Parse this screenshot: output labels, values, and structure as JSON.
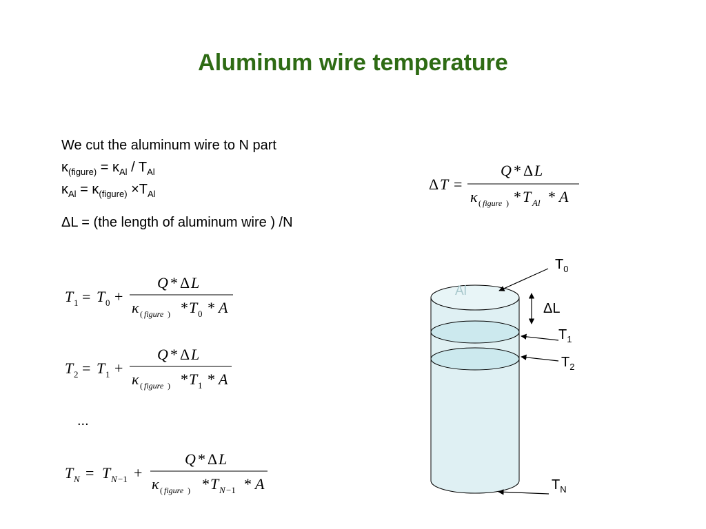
{
  "title": "Aluminum wire temperature",
  "intro": {
    "line1": "We cut the aluminum wire to N part",
    "line2": {
      "kappa": "κ",
      "sub1": "(figure)",
      "eq": " = κ",
      "sub2": "Al",
      "slash": " / T",
      "sub3": "Al"
    },
    "line3": {
      "kappa": "κ",
      "sub1": "Al",
      "eq": " = κ",
      "sub2": "(figure)",
      "times": " ×T",
      "sub3": "Al"
    },
    "line4": "ΔL = (the length of aluminum wire ) /N"
  },
  "equations": {
    "ellipsis": "...",
    "deltaT": "ΔT = Q * ΔL / (κ(figure) * T_Al * A)",
    "t1": "T1 = T0 + Q * ΔL / (κ(figure) * T0 * A)",
    "t2": "T2 = T1 + Q * ΔL / (κ(figure) * T1 * A)",
    "tn": "TN = TN−1 + Q * ΔL / (κ(figure) * TN−1 * A)"
  },
  "figure": {
    "material": "Al",
    "labels": {
      "t0": "T",
      "t0_sub": "0",
      "dl": "ΔL",
      "t1": "T",
      "t1_sub": "1",
      "t2": "T",
      "t2_sub": "2",
      "tn": "T",
      "tn_sub": "N"
    },
    "colors": {
      "cylinder": "#dff0f3",
      "slice": "#cce9ee",
      "title": "#2e6b14"
    }
  }
}
